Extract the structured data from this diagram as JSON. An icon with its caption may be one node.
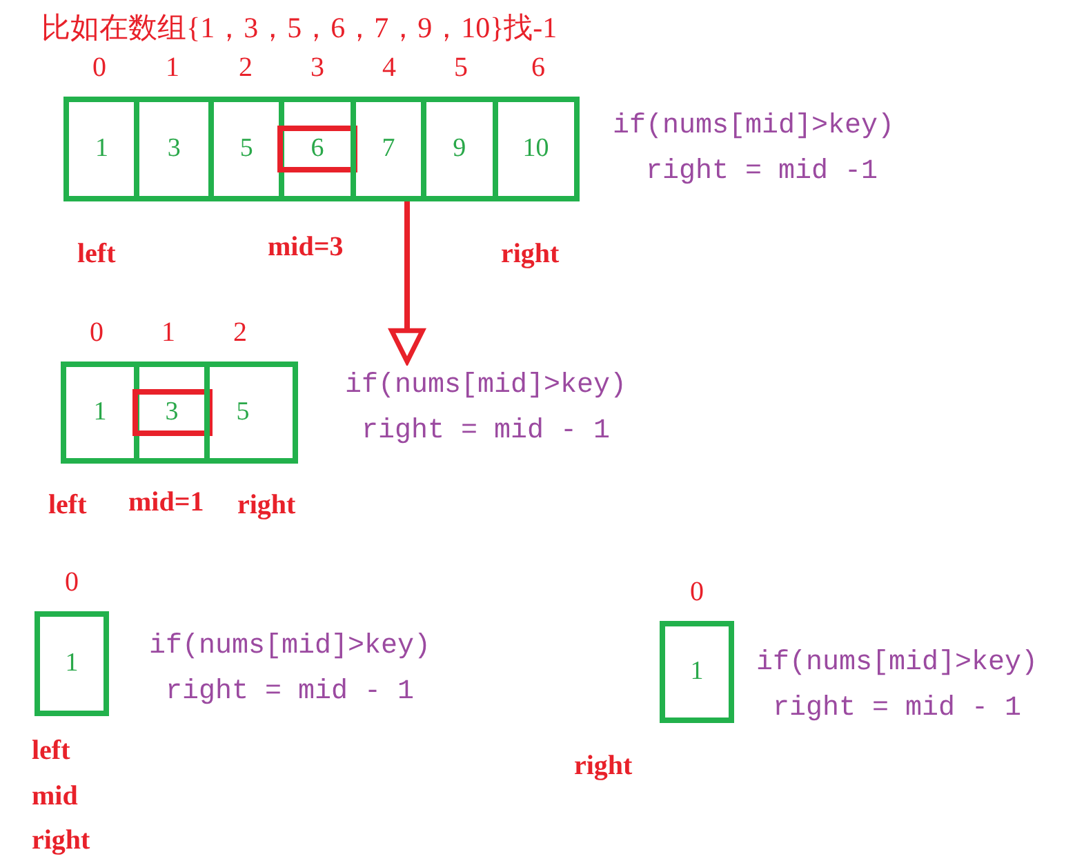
{
  "diagram": {
    "title": "比如在数组{1，3，5，6，7，9，10}找-1",
    "nodes": [
      {
        "text": [],
        "shape": "box"
      },
      {
        "text": [
          "1"
        ],
        "in": 0
      },
      {
        "text": [
          "3"
        ],
        "in": 0
      },
      {
        "text": [
          "5"
        ],
        "in": 0
      },
      {
        "text": [
          "6"
        ],
        "in": 0
      },
      {
        "text": [
          "7"
        ],
        "in": 0
      },
      {
        "text": [
          "9"
        ],
        "in": 0
      },
      {
        "text": [
          "10"
        ],
        "in": 0
      },
      {
        "text": [],
        "shape": "box"
      },
      {
        "text": [
          "1"
        ],
        "in": 8
      },
      {
        "text": [
          "3"
        ],
        "in": 8
      },
      {
        "text": [
          "5"
        ],
        "in": 8
      },
      {
        "text": [
          "1"
        ]
      },
      {
        "text": [
          "1"
        ]
      }
    ],
    "edges": [
      {
        "from": 0,
        "to": 8,
        "arrow": "to"
      }
    ],
    "labels": [
      "0",
      "1",
      "2",
      "3",
      "4",
      "5",
      "6",
      "if(nums[mid]>key)",
      "right = mid -1",
      "left",
      "mid=3",
      "right",
      "0",
      "1",
      "2",
      "if(nums[mid]>key)",
      "right = mid - 1",
      "left",
      "mid=1",
      "right",
      "0",
      "if(nums[mid]>key)",
      "right = mid - 1",
      "0",
      "if(nums[mid]>key)",
      "right = mid - 1",
      "left",
      "mid",
      "right",
      "right"
    ]
  }
}
